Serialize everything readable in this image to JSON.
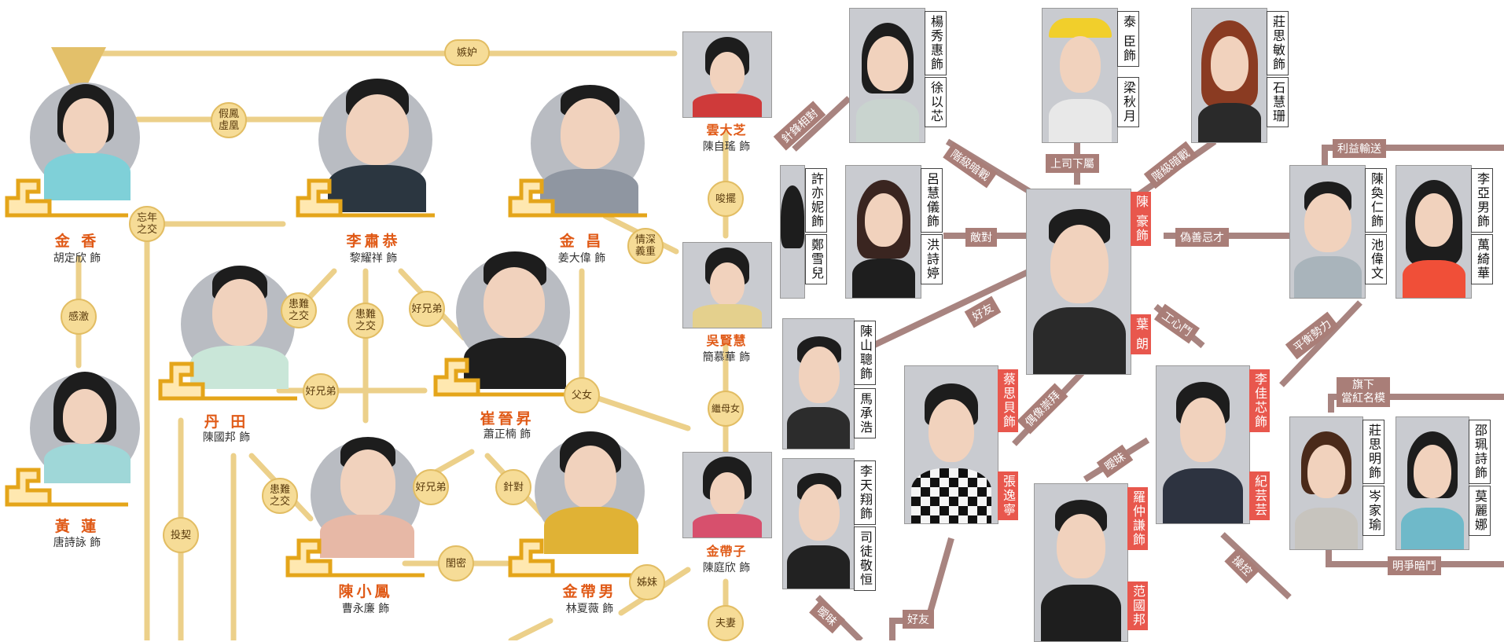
{
  "left": {
    "characters": {
      "jin_xiang": {
        "name": "金 香",
        "actor": "胡定欣 飾"
      },
      "huang_lian": {
        "name": "黃 蓮",
        "actor": "唐詩詠 飾"
      },
      "li_suogong": {
        "name": "李肅恭",
        "actor": "黎耀祥 飾"
      },
      "dan_tian": {
        "name": "丹 田",
        "actor": "陳國邦 飾"
      },
      "cui_jinsheng": {
        "name": "崔晉昇",
        "actor": "蕭正楠 飾"
      },
      "jin_chang": {
        "name": "金 昌",
        "actor": "姜大偉 飾"
      },
      "yun_dazhi": {
        "name": "雲大芝",
        "actor": "陳自瑤 飾"
      },
      "wu_xianhui": {
        "name": "吳賢慧",
        "actor": "簡慕華 飾"
      },
      "chen_xiaofeng": {
        "name": "陳小鳳",
        "actor": "曹永廉 飾"
      },
      "jin_dainan": {
        "name": "金帶男",
        "actor": "林夏薇 飾"
      },
      "jin_daizi": {
        "name": "金帶子",
        "actor": "陳庭欣 飾"
      }
    },
    "relations": {
      "jealousy": "嫉妒",
      "fake": "假鳳\n虛凰",
      "wangnian": "忘年\n之交",
      "ganji": "感激",
      "huannan1": "患難\n之交",
      "huannan2": "患難\n之交",
      "haoxiongdi1": "好兄弟",
      "haoxiongdi2": "好兄弟",
      "haoxiongdi3": "好兄弟",
      "qingshen": "情深\n義重",
      "suobai": "唆擺",
      "funv": "父女",
      "jimunv": "繼母女",
      "huannan3": "患難\n之交",
      "zhendui": "針對",
      "toqi": "投契",
      "guimi": "閨密",
      "jiemei": "姊妹",
      "fuqi": "夫妻"
    }
  },
  "right": {
    "characters": {
      "yang_xiuhui": {
        "role": "楊秀惠飾",
        "actor": "徐以芯"
      },
      "tai_chen": {
        "role": "泰 臣飾",
        "actor": "梁秋月"
      },
      "zhuang_simin": {
        "role": "莊思敏飾",
        "actor": "石慧珊"
      },
      "xu_yini": {
        "role": "許亦妮飾",
        "actor": "鄭雪兒"
      },
      "lv_huiyi": {
        "role": "呂慧儀飾",
        "actor": "洪詩婷"
      },
      "chen_hao": {
        "role": "陳 豪飾",
        "actor": "葉 朗"
      },
      "chen_huanren": {
        "role": "陳奐仁飾",
        "actor": "池偉文"
      },
      "li_yanan": {
        "role": "李亞男飾",
        "actor": "萬綺華"
      },
      "chen_shancong": {
        "role": "陳山聰飾",
        "actor": "馬承浩"
      },
      "cai_sibei": {
        "role": "蔡思貝飾",
        "actor": "張逸寧"
      },
      "li_jiaxin": {
        "role": "李佳芯飾",
        "actor": "紀芸芸"
      },
      "zhuang_siming": {
        "role": "莊思明飾",
        "actor": "岑家瑜"
      },
      "shao_peishi": {
        "role": "邵珮詩飾",
        "actor": "莫麗娜"
      },
      "li_tianxiang": {
        "role": "李天翔飾",
        "actor": "司徒敬恒"
      },
      "luo_zhongqian": {
        "role": "羅仲謙飾",
        "actor": "范國邦"
      }
    },
    "relations": {
      "zhenfeng": "針鋒相對",
      "jieji1": "階級暗戰",
      "shangsi": "上司下屬",
      "jieji2": "階級暗戰",
      "liyi": "利益輸送",
      "didui": "敵對",
      "weishan": "偽善忌才",
      "haoyou1": "好友",
      "gongxin": "工心鬥",
      "pingheng": "平衡勢力",
      "qixia": "旗下\n當紅名模",
      "ouxiang": "偶像崇拜",
      "aimei1": "曖昧",
      "caokong": "操控",
      "mingzheng": "明爭暗鬥",
      "aimei2": "曖昧",
      "haoyou2": "好友"
    }
  }
}
